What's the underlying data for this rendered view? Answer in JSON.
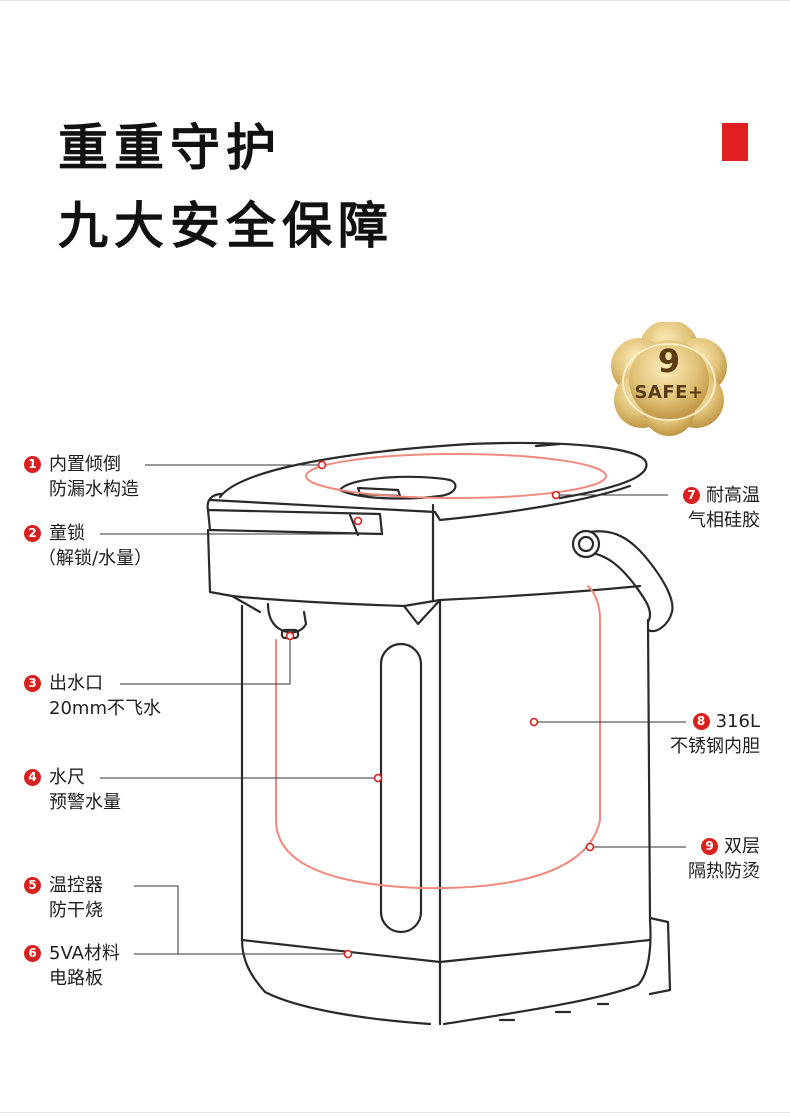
{
  "headline": {
    "line1": "重重守护",
    "line2": "九大安全保障"
  },
  "accent_color": "#e02020",
  "badge": {
    "number": "9",
    "text": "SAFE+",
    "colors": {
      "gold": "#e2c47a",
      "gold_dark": "#b88d3a",
      "text": "#5a3b12"
    }
  },
  "callouts": [
    {
      "num": "1",
      "title": "内置倾倒",
      "sub": "防漏水构造"
    },
    {
      "num": "2",
      "title": "童锁",
      "sub": "（解锁/水量）"
    },
    {
      "num": "3",
      "title": "出水口",
      "sub": "20mm不飞水"
    },
    {
      "num": "4",
      "title": "水尺",
      "sub": "预警水量"
    },
    {
      "num": "5",
      "title": "温控器",
      "sub": "防干烧"
    },
    {
      "num": "6",
      "title": "5VA材料",
      "sub": "电路板"
    },
    {
      "num": "7",
      "title": "耐高温",
      "sub": "气相硅胶"
    },
    {
      "num": "8",
      "title": "316L",
      "sub": "不锈钢内胆"
    },
    {
      "num": "9",
      "title": "双层",
      "sub": "隔热防烫"
    }
  ],
  "product_icon": "electric-thermo-pot-illustration",
  "colors": {
    "marker": "#d8211f",
    "inner_glow": "#f08a7e",
    "outline": "#2a2a2a"
  }
}
